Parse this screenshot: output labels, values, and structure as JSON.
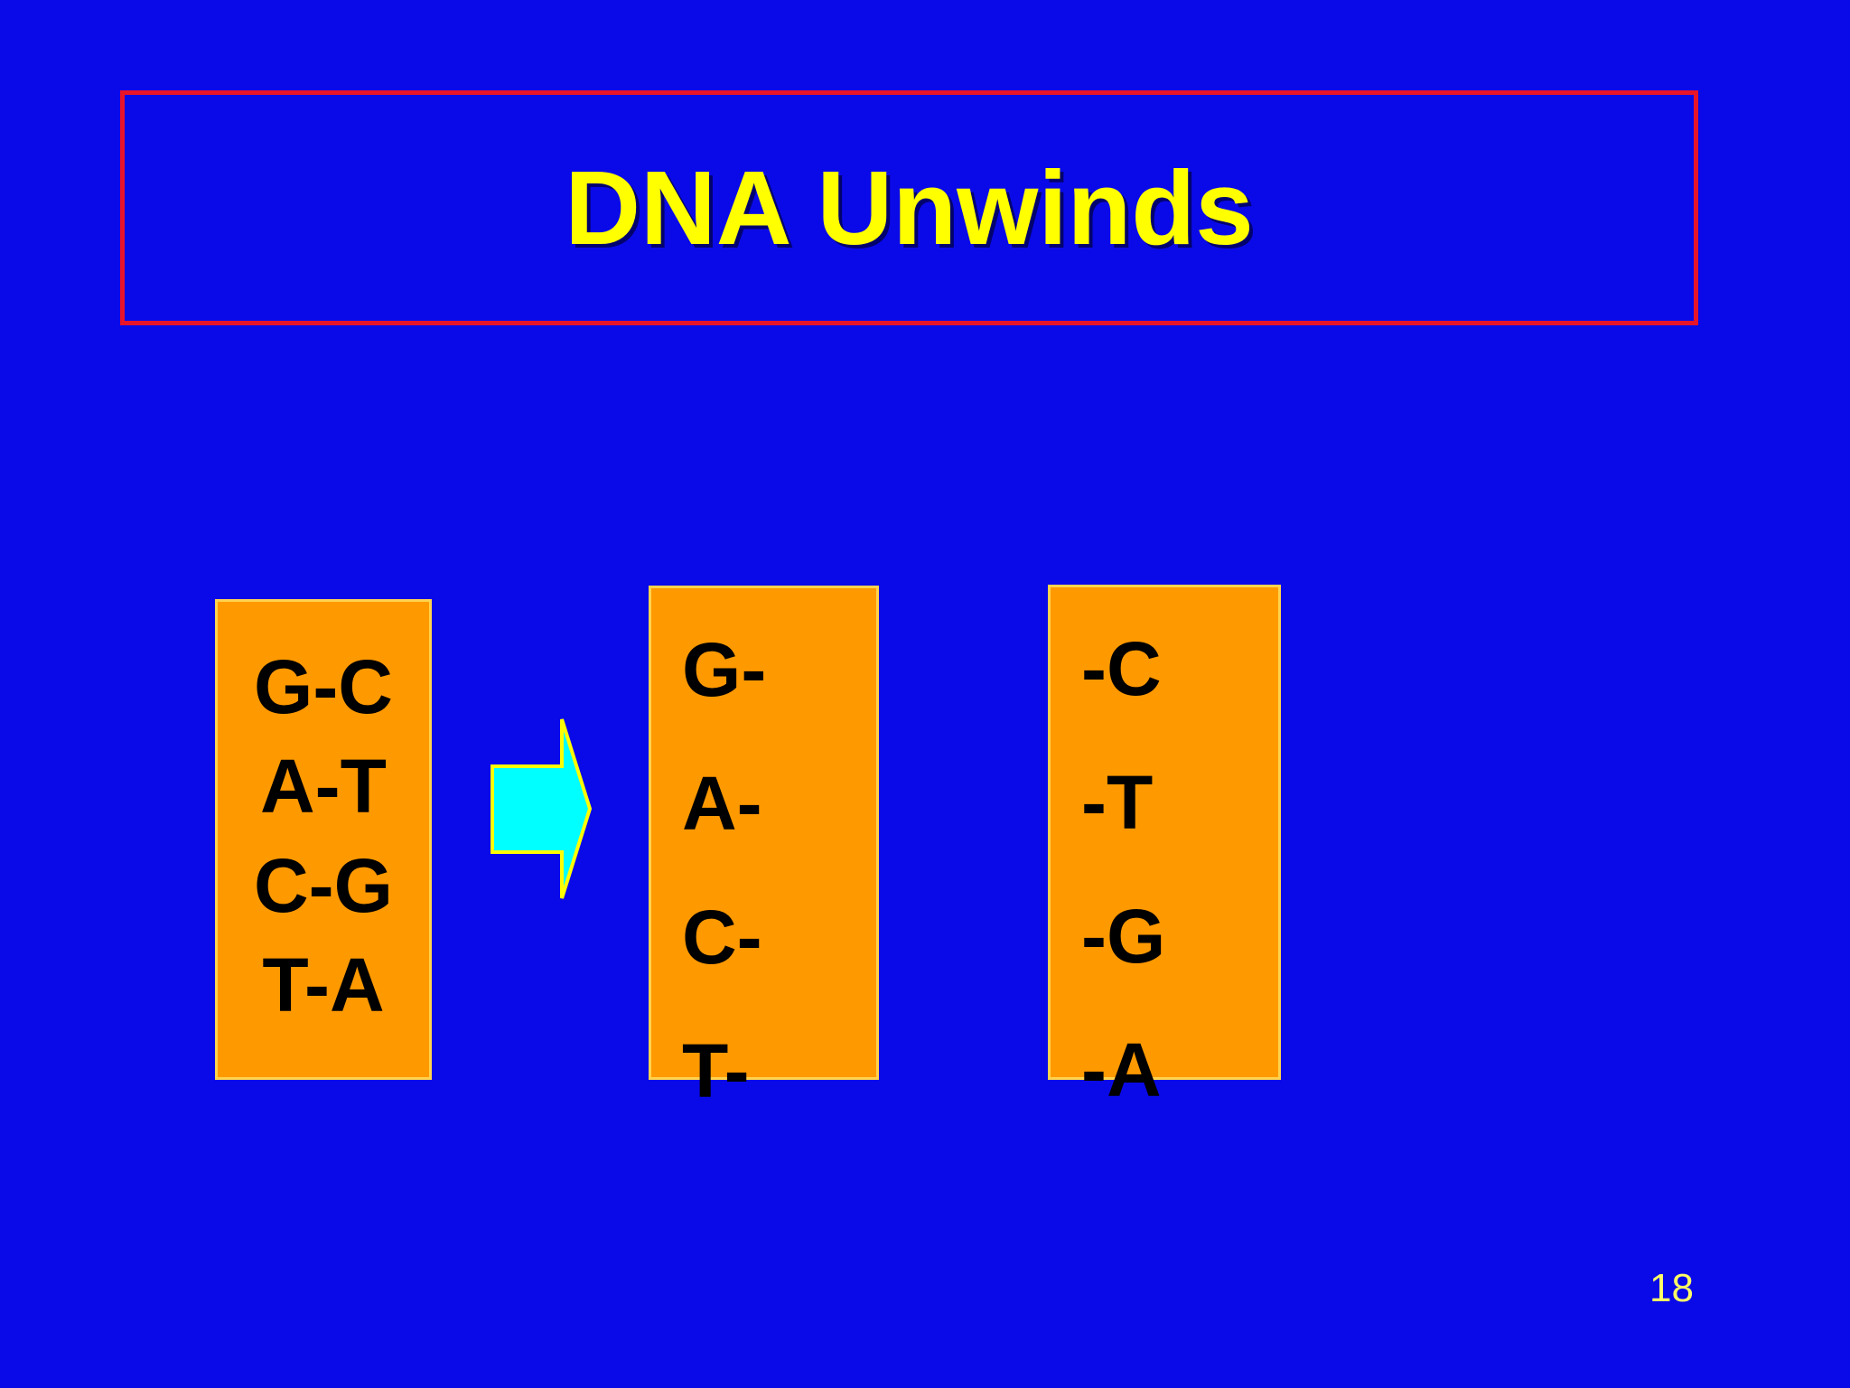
{
  "slide": {
    "background_color": "#0a0ae8",
    "page_number": "18",
    "page_number_color": "#ffff66"
  },
  "title": {
    "text": "DNA Unwinds",
    "color": "#ffff00",
    "border_color": "#e8142a"
  },
  "diagram": {
    "arrow": {
      "icon": "right-arrow-icon",
      "fill_color": "#00ffff",
      "outline_color": "#ffff00"
    },
    "boxes": [
      {
        "id": "double-strand",
        "fill_color": "#ff9900",
        "border_color": "#ffd34d",
        "text_color": "#000000",
        "lines": [
          "G-C",
          "A-T",
          "C-G",
          "T-A"
        ]
      },
      {
        "id": "left-strand",
        "fill_color": "#ff9900",
        "border_color": "#ffd34d",
        "text_color": "#000000",
        "lines": [
          "G-",
          "A-",
          "C-",
          "T-"
        ]
      },
      {
        "id": "right-strand",
        "fill_color": "#ff9900",
        "border_color": "#ffd34d",
        "text_color": "#000000",
        "lines": [
          "-C",
          "-T",
          "-G",
          "-A"
        ]
      }
    ]
  }
}
